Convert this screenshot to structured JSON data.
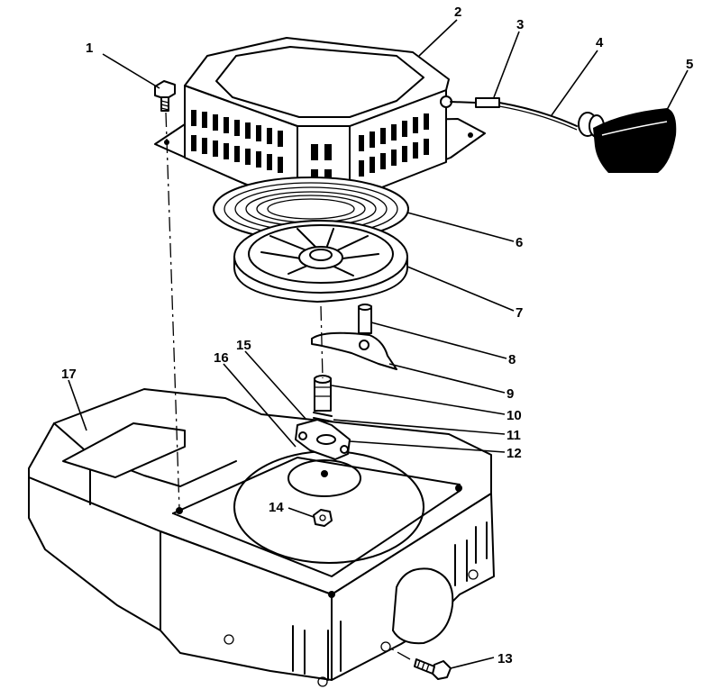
{
  "callouts": [
    "1",
    "2",
    "3",
    "4",
    "5",
    "6",
    "7",
    "8",
    "9",
    "10",
    "11",
    "12",
    "13",
    "14",
    "15",
    "16",
    "17"
  ],
  "parts": {
    "bolt": "1",
    "starter_housing": "2",
    "rope": "3",
    "rope_sleeve": "4",
    "handle": "5",
    "recoil_spring": "6",
    "pulley": "7",
    "pawl_pin": "8",
    "pawl": "9",
    "shaft": "10",
    "spring": "11",
    "plate": "12",
    "screw_side": "13",
    "nut_center": "14",
    "washer": "15",
    "cup": "16",
    "blower_housing": "17"
  },
  "colors": {
    "ink": "#000000",
    "paper": "#ffffff"
  }
}
